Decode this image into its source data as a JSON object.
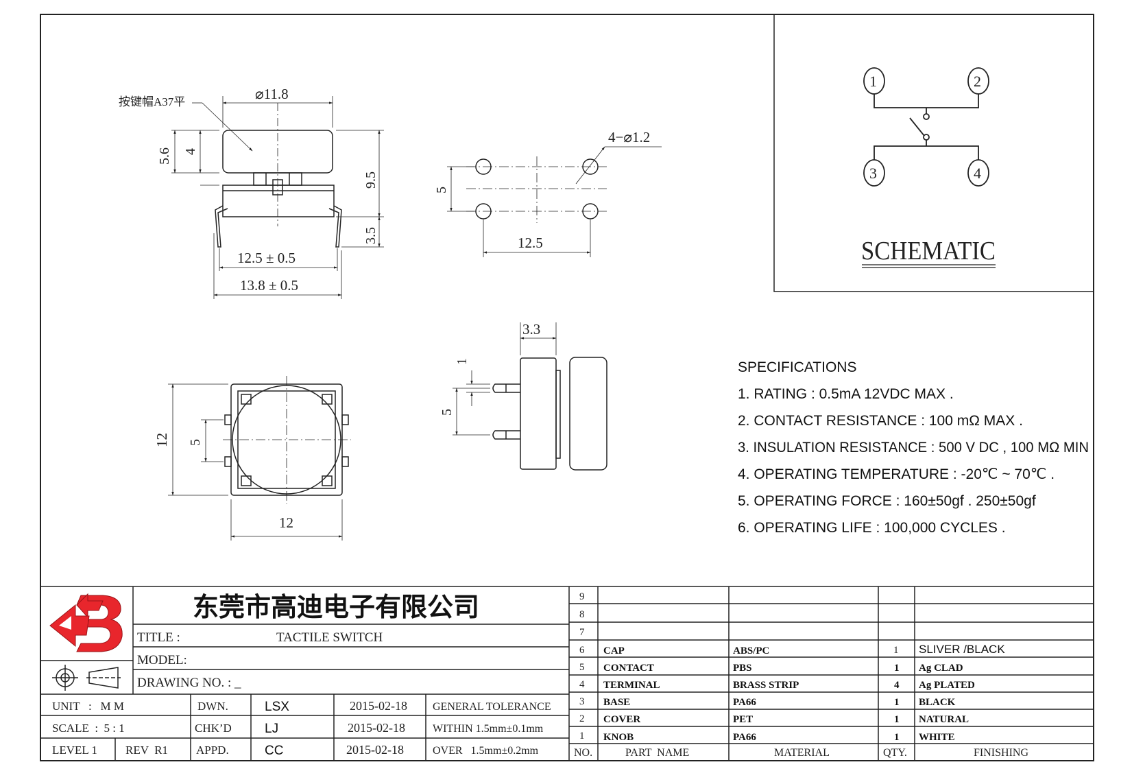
{
  "drawing": {
    "keycap_note": "按键帽A37平",
    "dims": {
      "cap_dia": "⌀11.8",
      "height_56": "5.6",
      "height_4": "4",
      "height_95": "9.5",
      "height_35": "3.5",
      "pin_span_tol": "12.5 ± 0.5",
      "overall_tol": "13.8 ± 0.5",
      "holes": "4−⌀1.2",
      "hole_pitch_v": "5",
      "hole_pitch_h": "12.5",
      "side_33": "3.3",
      "side_1": "1",
      "side_5": "5",
      "body_12_v": "12",
      "body_5": "5",
      "body_12_h": "12"
    }
  },
  "schematic": {
    "label": "SCHEMATIC",
    "pins": [
      "1",
      "2",
      "3",
      "4"
    ]
  },
  "specifications": {
    "heading": "SPECIFICATIONS",
    "items": [
      "1. RATING : 0.5mA 12VDC MAX .",
      "2. CONTACT RESISTANCE : 100 mΩ MAX .",
      "3. INSULATION RESISTANCE : 500 V DC , 100 MΩ MIN",
      "4. OPERATING TEMPERATURE : -20℃ ~ 70℃ .",
      "5. OPERATING FORCE : 160±50gf . 250±50gf",
      "6. OPERATING LIFE : 100,000 CYCLES ."
    ]
  },
  "title_block": {
    "company": "东莞市高迪电子有限公司",
    "title_label": "TITLE :",
    "title_value": "TACTILE SWITCH",
    "model_label": "MODEL:",
    "drawing_no_label": "DRAWING NO. : _",
    "unit_label": "UNIT   :   M M",
    "scale_label": "SCALE  :  5 : 1",
    "level_label": "LEVEL 1",
    "rev_label": "REV  R1",
    "dwn_label": "DWN.",
    "chk_label": "CHK’D",
    "appd_label": "APPD.",
    "dwn_name": "LSX",
    "chk_name": "LJ",
    "appd_name": "CC",
    "dwn_date": "2015-02-18",
    "chk_date": "2015-02-18",
    "appd_date": "2015-02-18",
    "tol_general": "GENERAL TOLERANCE",
    "tol_within": "WITHIN 1.5mm±0.1mm",
    "tol_over": "OVER   1.5mm±0.2mm"
  },
  "bom": {
    "headers": {
      "no": "NO.",
      "part": "PART  NAME",
      "material": "MATERIAL",
      "qty": "QTY.",
      "finishing": "FINISHING"
    },
    "rows": [
      {
        "no": "9",
        "part": "",
        "material": "",
        "qty": "",
        "finishing": ""
      },
      {
        "no": "8",
        "part": "",
        "material": "",
        "qty": "",
        "finishing": ""
      },
      {
        "no": "7",
        "part": "",
        "material": "",
        "qty": "",
        "finishing": ""
      },
      {
        "no": "6",
        "part": "CAP",
        "material": "ABS/PC",
        "qty": "1",
        "finishing": "SLIVER /BLACK"
      },
      {
        "no": "5",
        "part": "CONTACT",
        "material": "PBS",
        "qty": "1",
        "finishing": "Ag CLAD"
      },
      {
        "no": "4",
        "part": "TERMINAL",
        "material": "BRASS STRIP",
        "qty": "4",
        "finishing": "Ag PLATED"
      },
      {
        "no": "3",
        "part": "BASE",
        "material": "PA66",
        "qty": "1",
        "finishing": "BLACK"
      },
      {
        "no": "2",
        "part": "COVER",
        "material": "PET",
        "qty": "1",
        "finishing": "NATURAL"
      },
      {
        "no": "1",
        "part": "KNOB",
        "material": "PA66",
        "qty": "1",
        "finishing": "WHITE"
      }
    ]
  },
  "colors": {
    "logo_red": "#e8262c",
    "line": "#222222"
  }
}
